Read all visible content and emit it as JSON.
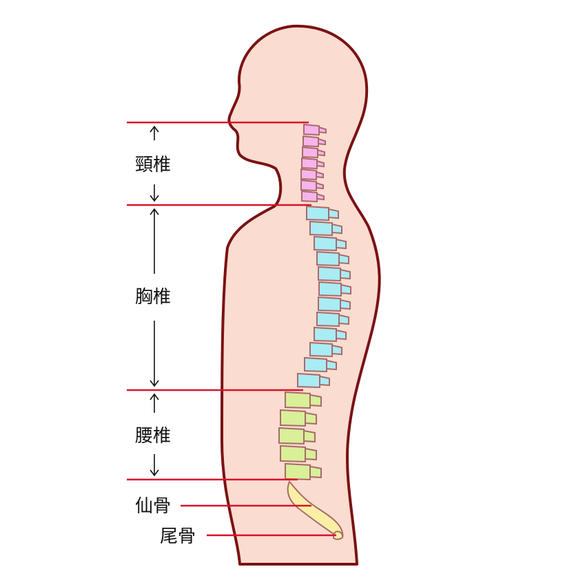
{
  "labels": {
    "cervical": "頸椎",
    "thoracic": "胸椎",
    "lumbar": "腰椎",
    "sacrum": "仙骨",
    "coccyx": "尾骨"
  },
  "colors": {
    "body_fill": "#fbdcd0",
    "body_outline": "#7a1214",
    "line_red": "#d9112a",
    "cervical": "#f6b5ea",
    "thoracic": "#a9ecf4",
    "lumbar": "#d9ef98",
    "sacrum": "#fbefa6",
    "vertebra_edge": "#a86a6a"
  },
  "icons": {
    "arrow_up": "arrow-up-icon",
    "arrow_down": "arrow-down-icon"
  }
}
